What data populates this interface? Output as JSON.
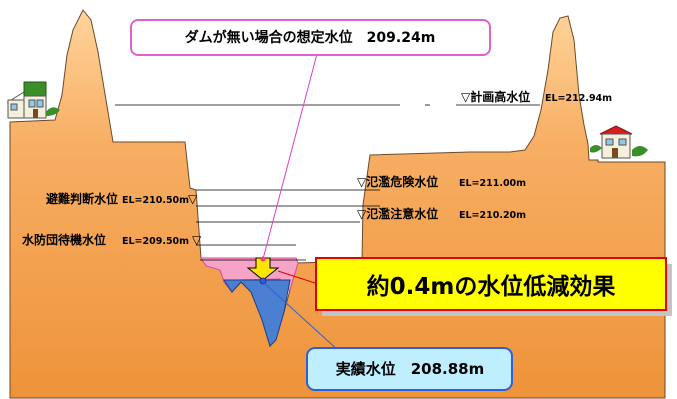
{
  "callouts": {
    "no_dam": "ダムが無い場合の想定水位　209.24m",
    "actual": "実績水位　208.88m",
    "effect": "約0.4mの水位低減効果"
  },
  "levels": {
    "plan_name": "▽計画高水位",
    "plan_el": "EL=212.94m",
    "flood_danger_name": "▽氾濫危険水位",
    "flood_danger_el": "EL=211.00m",
    "flood_caution_name": "▽氾濫注意水位",
    "flood_caution_el": "EL=210.20m",
    "evac_name": "避難判断水位",
    "evac_el": "EL=210.50m",
    "evac_mark": "▽",
    "standby_name": "水防団待機水位",
    "standby_el": "EL=209.50m",
    "standby_mark": "▽"
  },
  "colors": {
    "terrain": "#f2a14c",
    "hypothetical_water": "#f5a3c7",
    "actual_water": "#4a7fd1",
    "effect_box_fill": "#ffff00",
    "effect_box_border": "#e60000",
    "no_dam_box_border": "#e060d0",
    "actual_box_fill": "#bfeeff",
    "actual_box_border": "#2f5fd8"
  },
  "icons": [
    "house-left-icon",
    "house-right-icon",
    "down-arrow-icon"
  ]
}
